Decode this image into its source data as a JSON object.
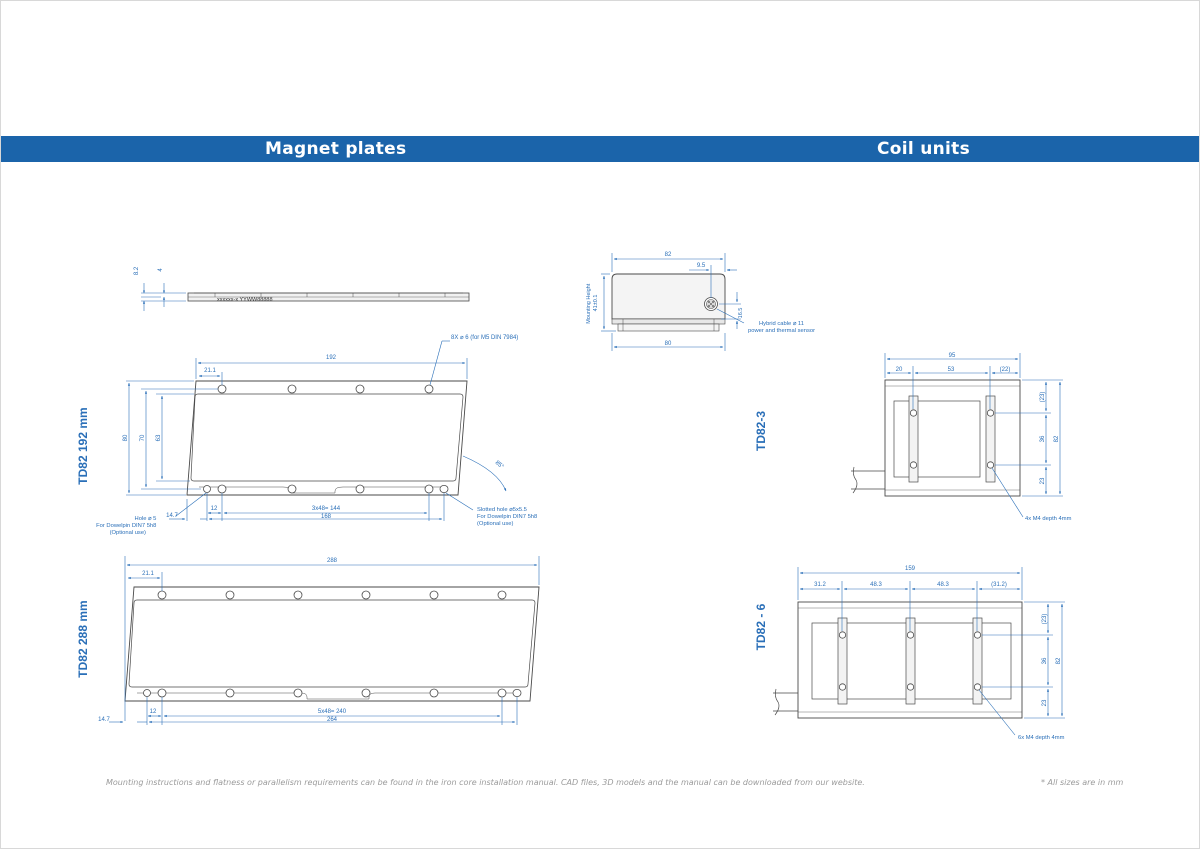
{
  "sections": {
    "magnet_plates_title": "Magnet plates",
    "coil_units_title": "Coil units"
  },
  "magnet_side_view": {
    "dim_height": "8.2",
    "dim_thickness": "4",
    "marking": "xxxxxx-x YYWW88888"
  },
  "td82_192": {
    "label": "TD82 192 mm",
    "dim_length": "192",
    "dim_pitch_start": "21.1",
    "dim_width": "80",
    "dim_70": "70",
    "dim_63": "63",
    "dim_12": "12",
    "dim_pitch": "3x48= 144",
    "dim_168": "168",
    "dim_14_7": "14.7",
    "angle": "85°",
    "holes_note": "8X ⌀ 6 (for M5 DIN 7984)",
    "hole_note": [
      "Hole ⌀ 5",
      "For Dowelpin DIN7 5h8",
      "(Optional use)"
    ],
    "slot_note": [
      "Slotted hole ⌀5x5.5",
      "For Dowelpin DIN7 5h8",
      "(Optional use)"
    ]
  },
  "td82_288": {
    "label": "TD82 288 mm",
    "dim_length": "288",
    "dim_pitch_start": "21.1",
    "dim_12": "12",
    "dim_pitch": "5x48= 240",
    "dim_264": "264",
    "dim_14_7": "14.7"
  },
  "coil_front_view": {
    "dim_82": "82",
    "dim_9_5": "9.5",
    "dim_80": "80",
    "dim_16_5": "16.5",
    "mounting_height": [
      "Mounting Height",
      "41±0.1"
    ],
    "cable_note": [
      "Hybrid cable ⌀ 11",
      "power and thermal sensor"
    ]
  },
  "td82_3": {
    "label": "TD82-3",
    "dim_95": "95",
    "dim_20": "20",
    "dim_53": "53",
    "dim_22": "(22)",
    "dim_23_top": "(23)",
    "dim_36": "36",
    "dim_23": "23",
    "dim_82": "82",
    "thread_note": "4x M4 depth 4mm"
  },
  "td82_6": {
    "label": "TD82 - 6",
    "dim_159": "159",
    "dim_31_2": "31.2",
    "dim_48_3_a": "48.3",
    "dim_48_3_b": "48.3",
    "dim_31_2_b": "(31.2)",
    "dim_23_top": "(23)",
    "dim_36": "36",
    "dim_23": "23",
    "dim_82": "82",
    "thread_note": "6x M4 depth 4mm"
  },
  "footer": {
    "note": "Mounting instructions and flatness or parallelism requirements can be found in the iron core installation manual. CAD files, 3D models and the manual can be downloaded from our website.",
    "sizes_note": "* All sizes are in mm"
  },
  "colors": {
    "brand_blue": "#1b64aa",
    "dimension_blue": "#2a6fb8",
    "outline": "#4a4a4a",
    "footer_gray": "#9b9b9b"
  }
}
